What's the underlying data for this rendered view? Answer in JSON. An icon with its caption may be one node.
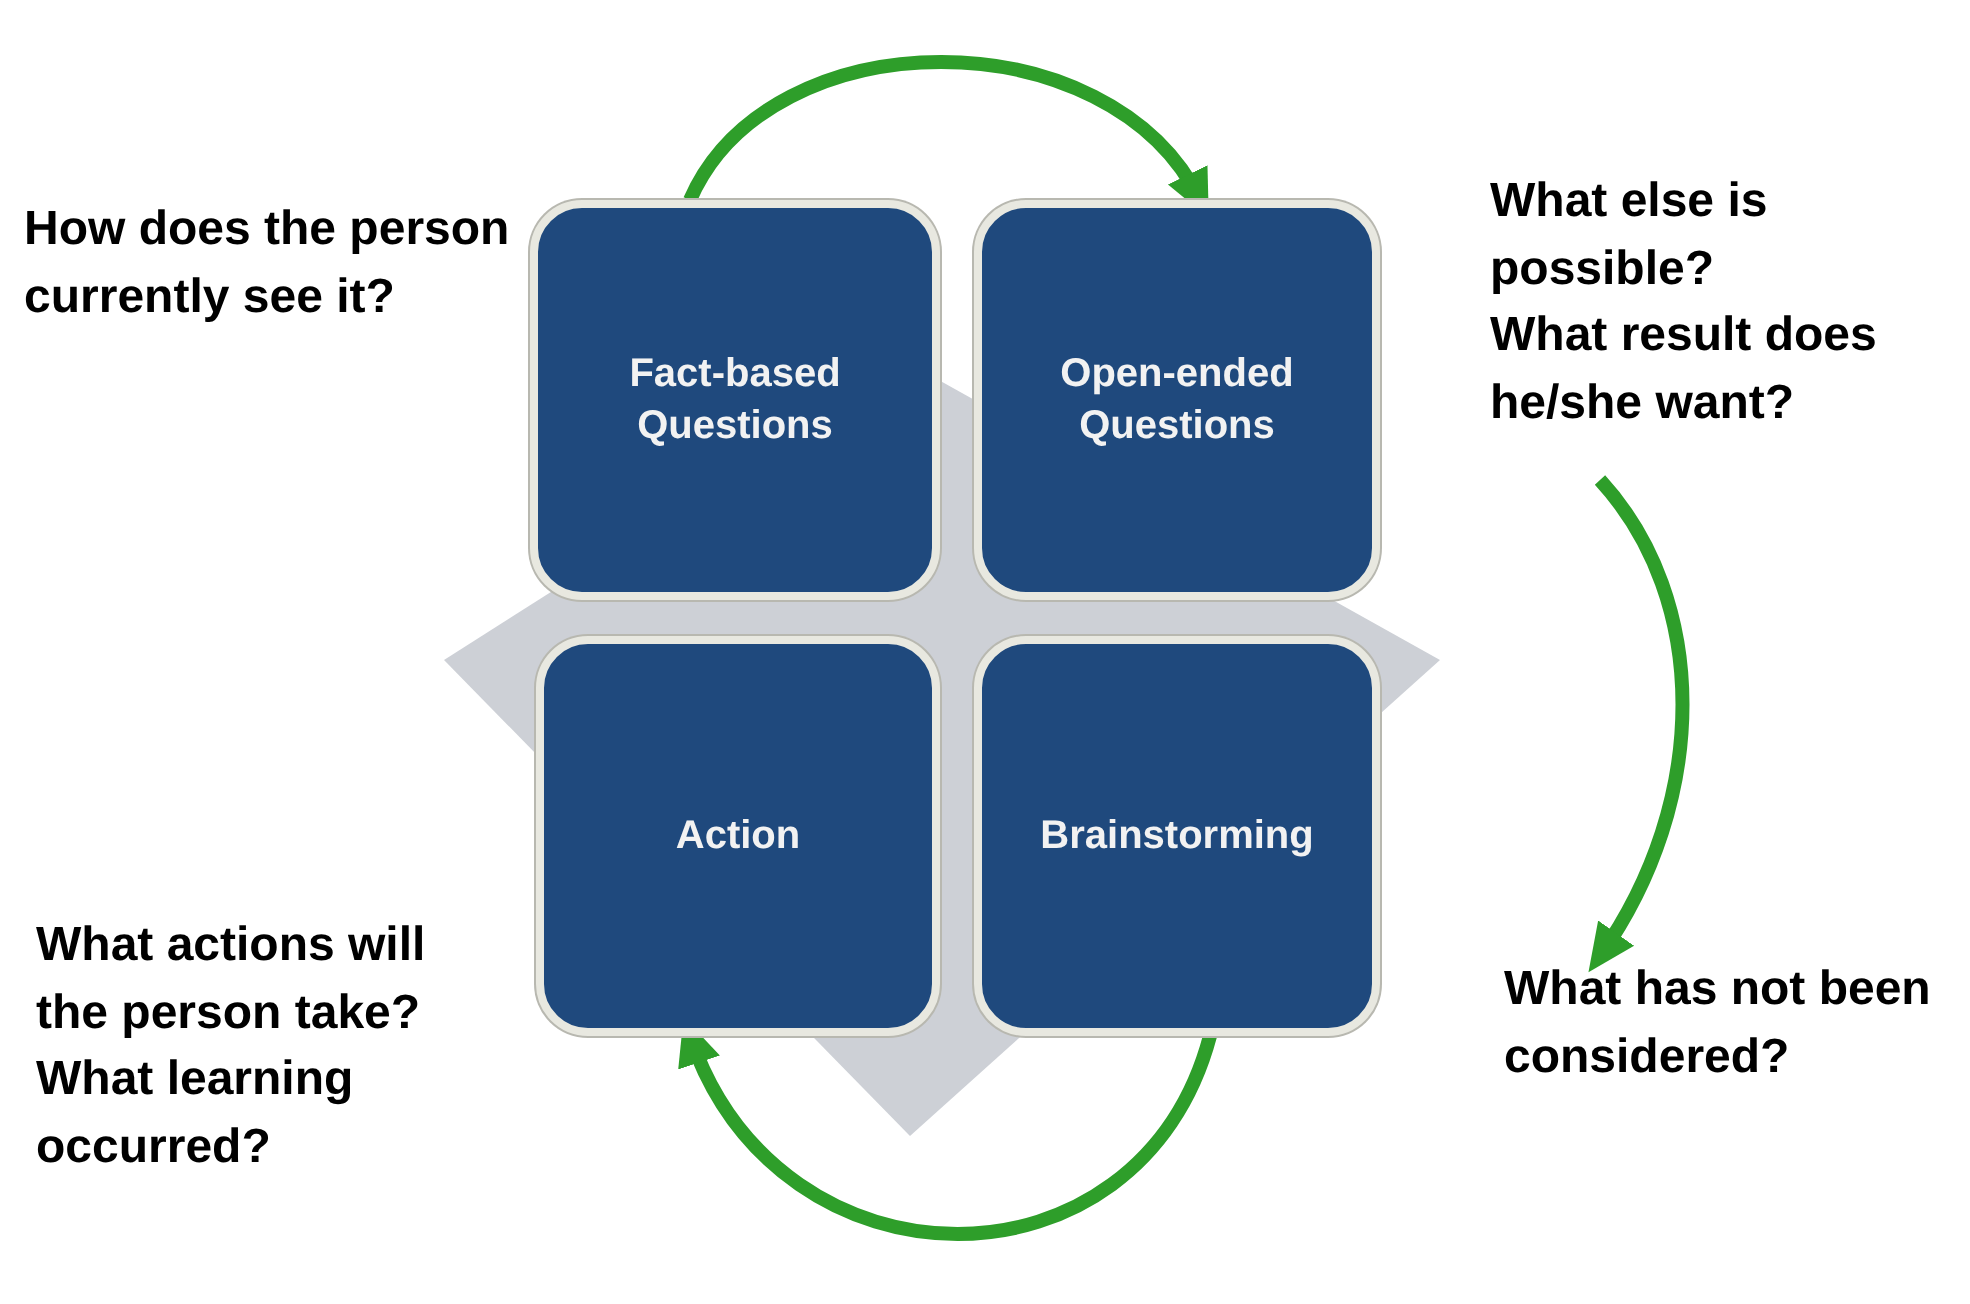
{
  "diagram": {
    "nodes": [
      {
        "text": [
          "Fact-based Questions"
        ]
      },
      {
        "text": [
          "Open-ended Questions"
        ]
      },
      {
        "text": [
          "Action"
        ]
      },
      {
        "text": [
          "Brainstorming"
        ]
      },
      {
        "text": [
          "How does the person currently see it?"
        ]
      },
      {
        "text": [
          "What else is possible?",
          "What result does he/she want?"
        ]
      },
      {
        "text": [
          "What has not been considered?"
        ]
      },
      {
        "text": [
          "What actions will the person take?",
          "What learning occurred?"
        ]
      }
    ],
    "edges": [
      {
        "from": 0,
        "to": 1,
        "arrow": "to"
      },
      {
        "from": 5,
        "to": 6,
        "arrow": "to"
      },
      {
        "from": 3,
        "to": 2,
        "arrow": "to"
      }
    ]
  }
}
